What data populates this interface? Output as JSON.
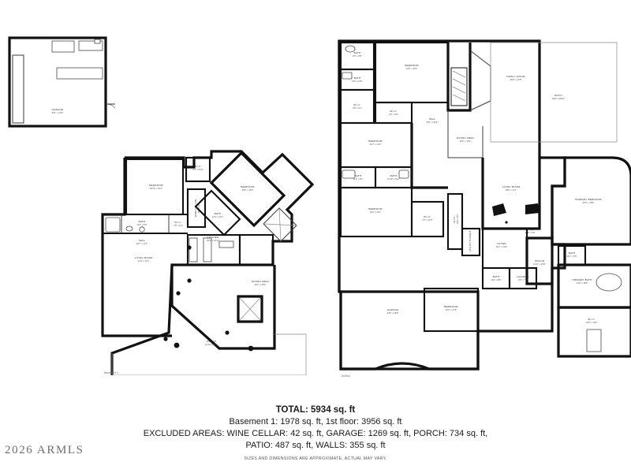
{
  "document": {
    "type": "real-estate-floor-plan",
    "watermark": "2026 ARMLS"
  },
  "caption": {
    "total": "TOTAL: 5934 sq. ft",
    "line_floors": "Basement 1: 1978 sq. ft, 1st floor: 3956 sq. ft",
    "line_excluded": "EXCLUDED AREAS: WINE CELLAR: 42 sq. ft, GARAGE: 1269 sq. ft, PORCH: 734 sq. ft,",
    "line_excluded2": "PATIO: 487 sq. ft, WALLS: 355 sq. ft",
    "disclaimer": "SIZES AND DIMENSIONS ARE APPROXIMATE, ACTUAL MAY VARY."
  },
  "plans": [
    {
      "id": "detached-garage",
      "floor_label": "",
      "rooms": [
        {
          "name": "GARAGE",
          "dim": "24'1\" x 22'5\""
        }
      ]
    },
    {
      "id": "basement-1",
      "floor_label": "Basement 1",
      "rooms": [
        {
          "name": "BEDROOM",
          "dim": "18'10\" x 15'1\""
        },
        {
          "name": "BATH",
          "dim": "11'3\" x 5'9\""
        },
        {
          "name": "W.I.C.",
          "dim": "7'8\" x 5'4\""
        },
        {
          "name": "WINE CELLAR",
          "dim": "8'4\" x 3'2\""
        },
        {
          "name": "W.I.C.",
          "dim": "8'4\" x 6'10\""
        },
        {
          "name": "BEDROOM",
          "dim": "15'6\" x 15'6\""
        },
        {
          "name": "BATH",
          "dim": "14'4\" x 14'1\""
        },
        {
          "name": "HALL",
          "dim": "15'7\" x 17'1\""
        },
        {
          "name": "KITCHEN",
          "dim": "15'2\" x 13'11\""
        },
        {
          "name": "LIVING ROOM",
          "dim": "24'3\" x 17'4\""
        },
        {
          "name": "DINING AREA",
          "dim": "20'2\" x 20'2\""
        },
        {
          "name": "PORCH",
          "dim": "47'10\" x 20'1\""
        }
      ]
    },
    {
      "id": "first-floor",
      "floor_label": "1st floor",
      "rooms": [
        {
          "name": "BATH",
          "dim": "9'3\" x 5'8\""
        },
        {
          "name": "BATH",
          "dim": "9'5\" x 4'10\""
        },
        {
          "name": "BEDROOM",
          "dim": "13'5\" x 15'2\""
        },
        {
          "name": "W.I.C.",
          "dim": "6'5\" x 6'1\""
        },
        {
          "name": "W.I.C.",
          "dim": "9'2\" x 3'8\""
        },
        {
          "name": "FAMILY ROOM",
          "dim": "26'6\" x 17'8\""
        },
        {
          "name": "PATIO",
          "dim": "19'8\" x 25'10\""
        },
        {
          "name": "BEDROOM",
          "dim": "13'7\" x 14'5\""
        },
        {
          "name": "BATH",
          "dim": "11'3\" x 5'1\""
        },
        {
          "name": "BATH",
          "dim": "11'10\" x 5'10\""
        },
        {
          "name": "HALL",
          "dim": "8'11\" x 52'6\""
        },
        {
          "name": "DINING AREA",
          "dim": "19'2\" x 11'9\""
        },
        {
          "name": "W.I.C.",
          "dim": "13'9\" x 4'3\""
        },
        {
          "name": "BEDROOM",
          "dim": "13'3\" x 14'1\""
        },
        {
          "name": "W.I.C.",
          "dim": "5'7\" x 11'5\""
        },
        {
          "name": "UTILITY CLOSET",
          "dim": ""
        },
        {
          "name": "LIVING ROOM",
          "dim": "18'9\" x 17'1\""
        },
        {
          "name": "PRIMARY BEDROOM",
          "dim": "20'9\" x 18'6\""
        },
        {
          "name": "BATH",
          "dim": "10'1\" x 5'5\""
        },
        {
          "name": "PRIMARY BATH",
          "dim": "14'8\" x 18'5\""
        },
        {
          "name": "W.I.C.",
          "dim": "14'9\" x 10'5\""
        },
        {
          "name": "HALL",
          "dim": "12'8\" x 5'0\""
        },
        {
          "name": "FOYER",
          "dim": "11'6\" x 14'8\""
        },
        {
          "name": "OFFICE",
          "dim": "13'11\" x 15'0\""
        },
        {
          "name": "BATH",
          "dim": "10'4\" x 8'5\""
        },
        {
          "name": "LAUNDRY",
          "dim": "9'5\" x 7'2\""
        },
        {
          "name": "BEDROOM",
          "dim": "16'2\" x 17'5\""
        },
        {
          "name": "GARAGE",
          "dim": "24'5\" x 34'8\""
        }
      ]
    }
  ]
}
